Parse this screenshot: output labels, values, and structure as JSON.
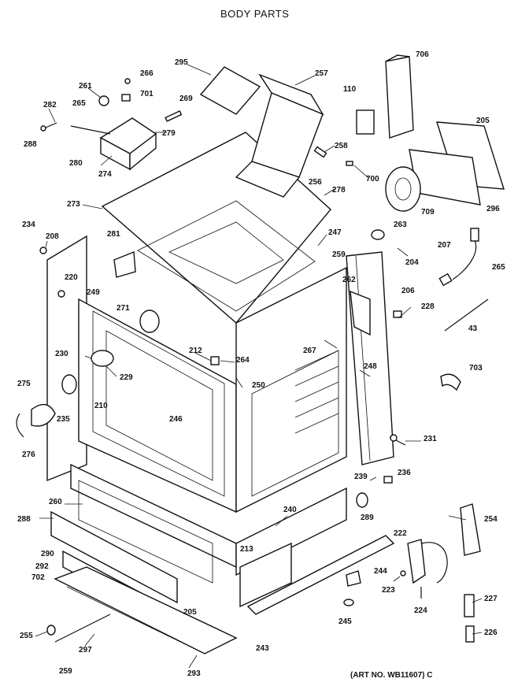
{
  "title": "BODY PARTS",
  "art_no": "(ART NO. WB11607) C",
  "callouts": [
    "295",
    "266",
    "706",
    "261",
    "701",
    "257",
    "110",
    "205",
    "282",
    "265",
    "269",
    "279",
    "258",
    "288",
    "280",
    "274",
    "256",
    "700",
    "278",
    "296",
    "273",
    "709",
    "234",
    "208",
    "263",
    "220",
    "281",
    "247",
    "204",
    "207",
    "265",
    "259",
    "262",
    "206",
    "249",
    "271",
    "228",
    "43",
    "212",
    "264",
    "267",
    "248",
    "703",
    "230",
    "229",
    "250",
    "275",
    "210",
    "246",
    "235",
    "276",
    "231",
    "239",
    "236",
    "289",
    "240",
    "260",
    "254",
    "288",
    "222",
    "290",
    "213",
    "244",
    "292",
    "223",
    "702",
    "227",
    "205",
    "224",
    "245",
    "255",
    "243",
    "226",
    "297",
    "259",
    "293"
  ]
}
